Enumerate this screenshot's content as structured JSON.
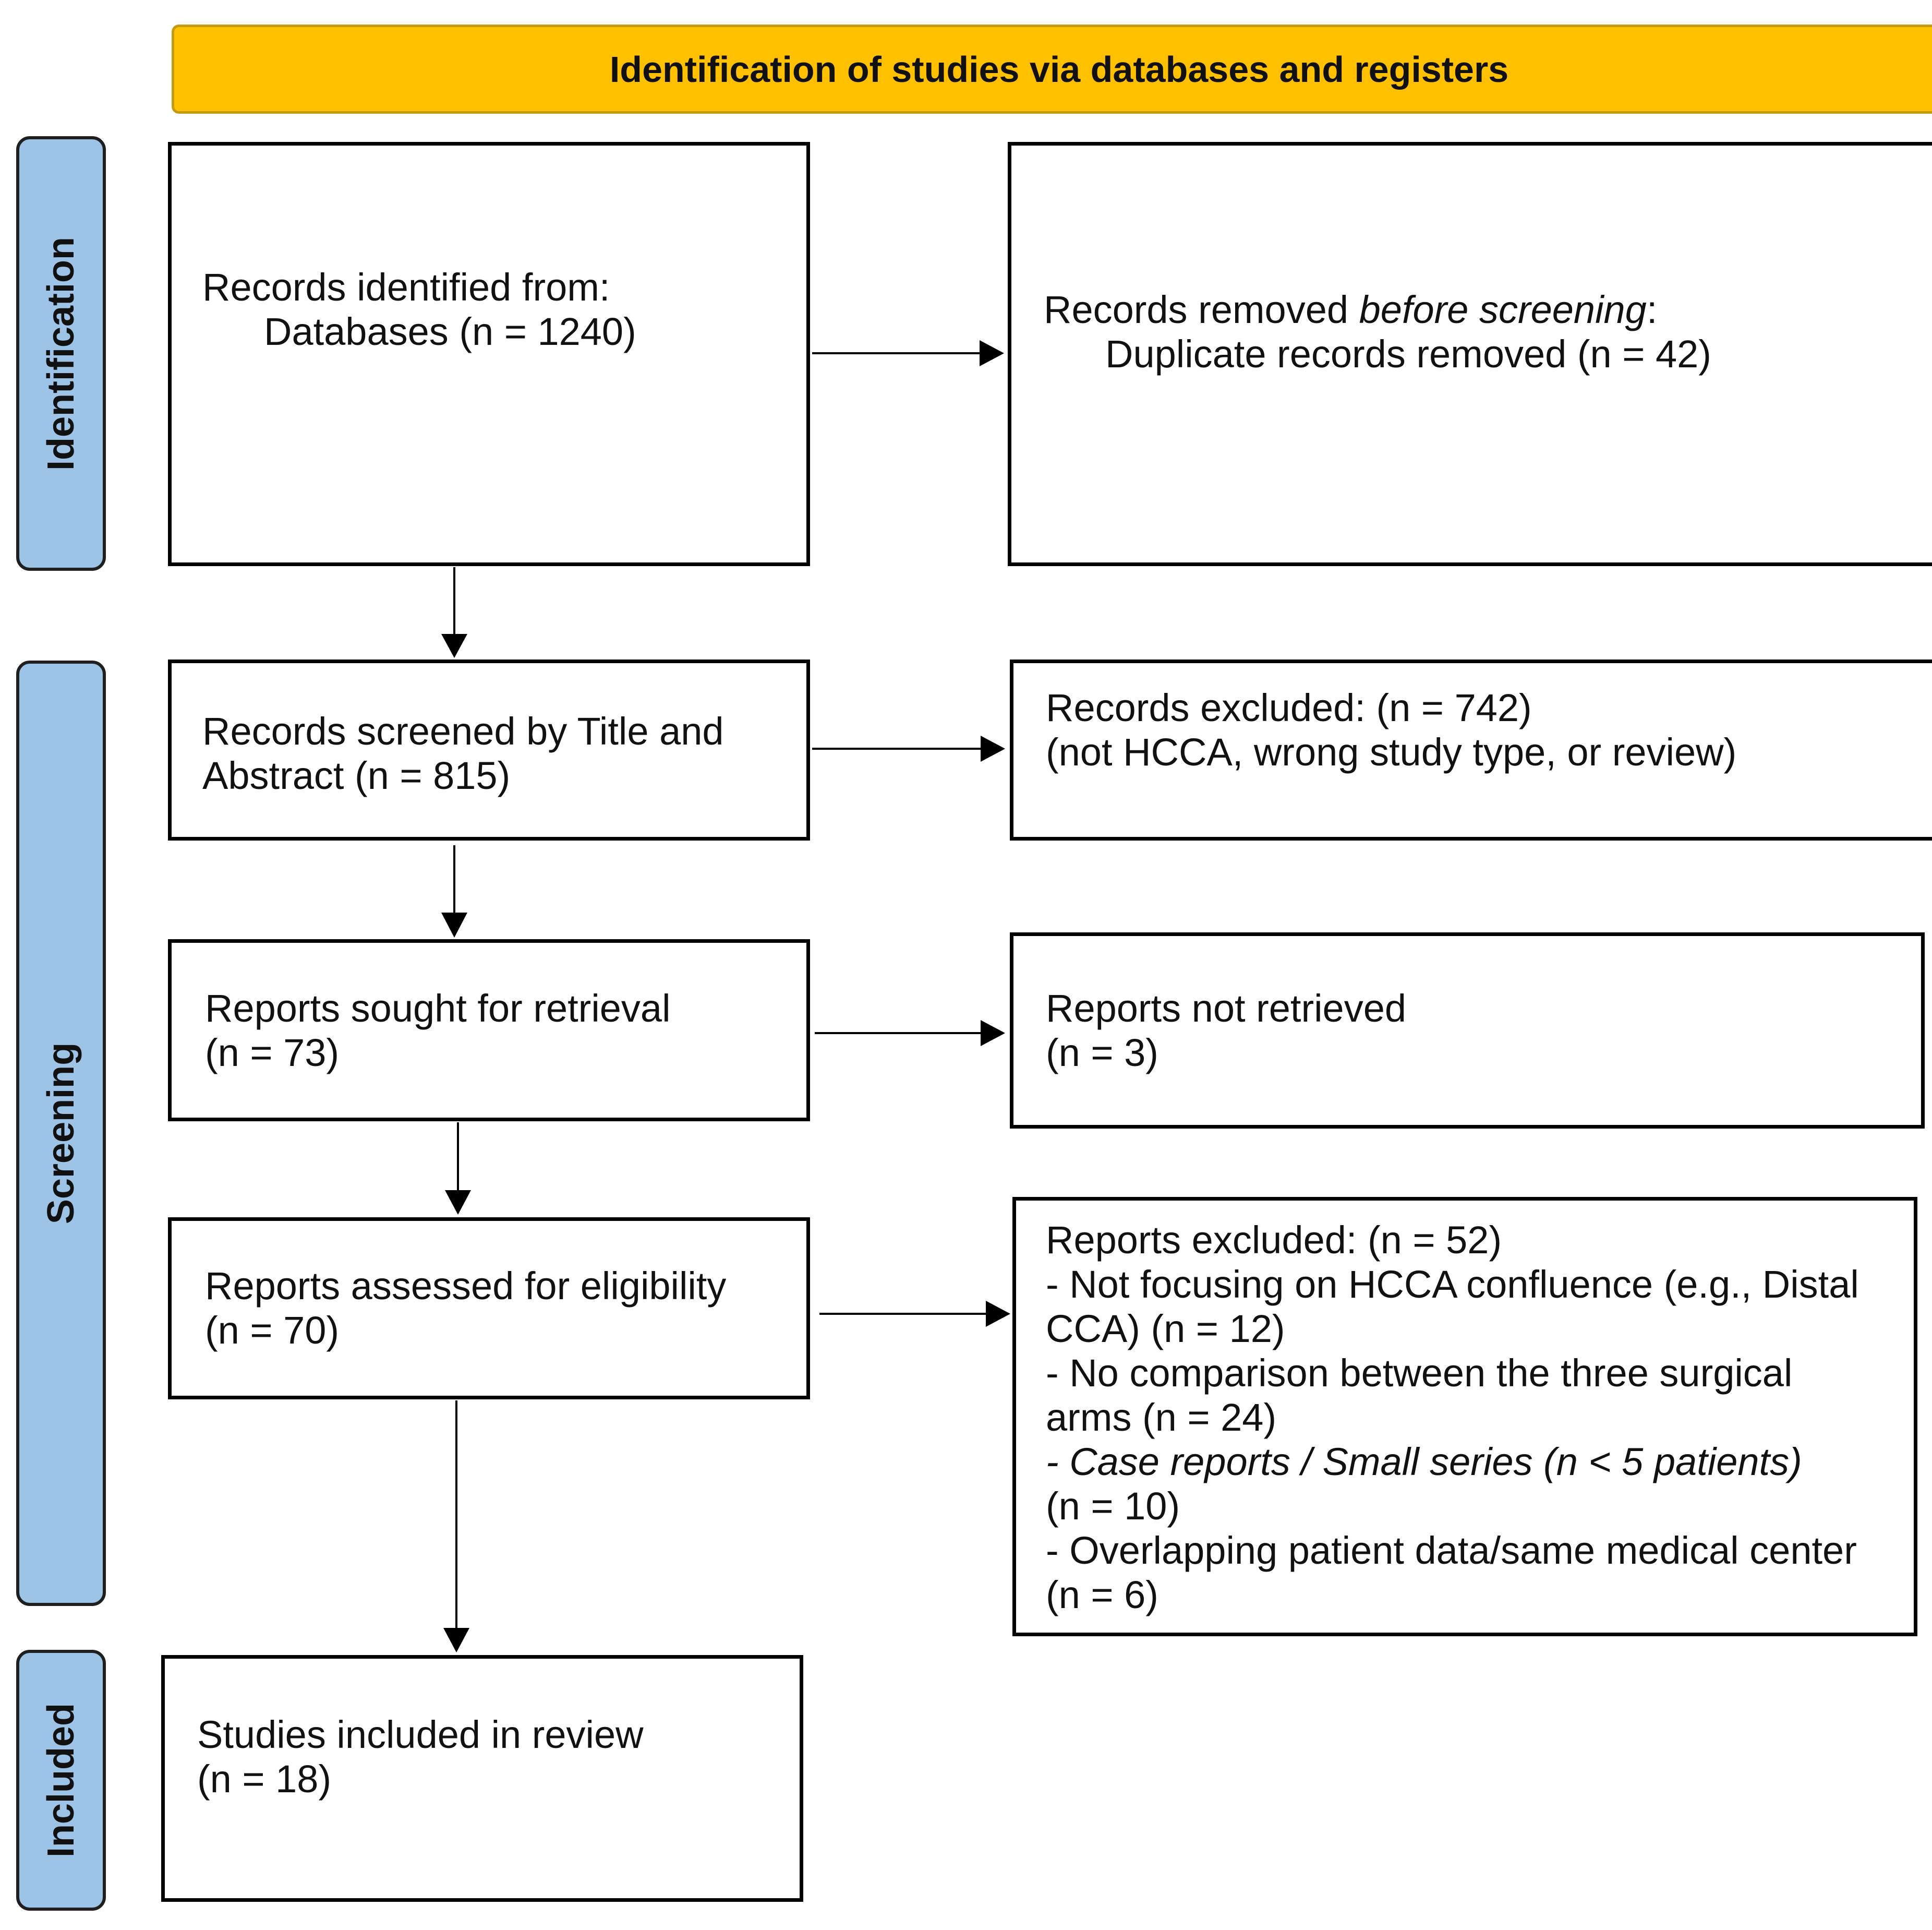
{
  "banner": {
    "title": "Identification of studies via databases and registers",
    "color": "#FFC000"
  },
  "phases": {
    "identification": "Identification",
    "screening": "Screening",
    "included": "Included",
    "color": "#9DC3E6"
  },
  "identification": {
    "records_identified": {
      "line1": "Records identified from:",
      "line2": "Databases (n = 1240)"
    },
    "records_removed": {
      "line1_prefix": "Records removed ",
      "line1_italic": "before screening",
      "line1_suffix": ":",
      "line2": "Duplicate records removed  (n = 42)"
    }
  },
  "screening": {
    "records_screened": {
      "line1": "Records screened by Title and",
      "line2": "Abstract  (n = 815)"
    },
    "records_excluded": {
      "line1": "Records excluded: (n = 742)",
      "line2": "(not HCCA, wrong study type, or review)"
    },
    "reports_sought": {
      "line1": "Reports sought for retrieval",
      "line2": "(n = 73)"
    },
    "reports_not_retrieved": {
      "line1": "Reports not retrieved",
      "line2": "(n = 3)"
    },
    "reports_assessed": {
      "line1": "Reports assessed for eligibility",
      "line2": "(n = 70)"
    },
    "reports_excluded": {
      "line1": "Reports excluded: (n = 52)",
      "line2": "- Not focusing on HCCA confluence (e.g., Distal",
      "line3": "CCA) (n = 12)",
      "line4": "- No comparison between the three surgical",
      "line5": "arms (n = 24)",
      "line6": "- Case reports / Small series (n < 5 patients)",
      "line7": "(n = 10)",
      "line8": "- Overlapping patient data/same medical center",
      "line9": "(n = 6)"
    }
  },
  "included": {
    "studies_included": {
      "line1": "Studies included in review",
      "line2": "(n = 18)"
    }
  }
}
